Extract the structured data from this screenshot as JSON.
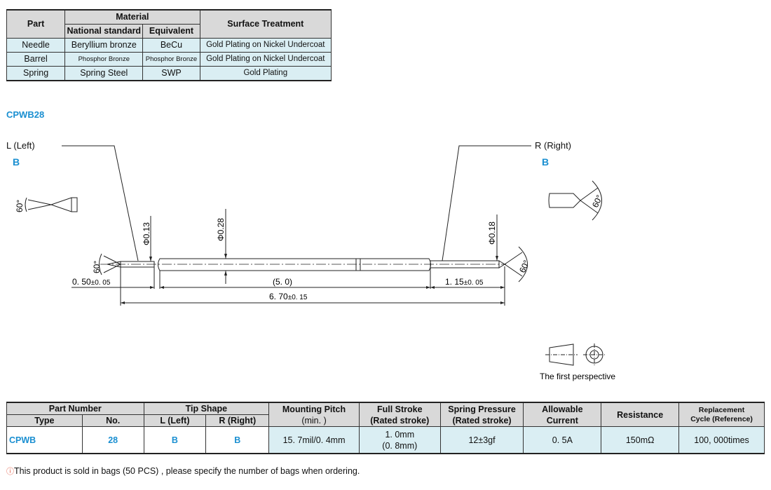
{
  "material_table": {
    "headers": {
      "part": "Part",
      "material": "Material",
      "national_standard": "National standard",
      "equivalent": "Equivalent",
      "surface_treatment": "Surface Treatment"
    },
    "rows": [
      {
        "part": "Needle",
        "national": "Beryllium bronze",
        "equivalent": "BeCu",
        "surface": "Gold Plating on Nickel Undercoat"
      },
      {
        "part": "Barrel",
        "national": "Phosphor Bronze",
        "equivalent": "Phosphor Bronze",
        "surface": "Gold Plating on Nickel Undercoat"
      },
      {
        "part": "Spring",
        "national": "Spring Steel",
        "equivalent": "SWP",
        "surface": "Gold Plating"
      }
    ]
  },
  "drawing": {
    "title": "CPWB28",
    "left_label": "L (Left)",
    "left_tip": "B",
    "right_label": "R (Right)",
    "right_tip": "B",
    "angle": "60°",
    "dia_left": "Φ0.13",
    "dia_mid": "Φ0.28",
    "dia_right": "Φ0.18",
    "dim_left": "0. 50",
    "dim_left_tol": "±0. 05",
    "dim_mid": "(5. 0)",
    "dim_right": "1. 15",
    "dim_right_tol": "±0. 05",
    "dim_total": "6. 70",
    "dim_total_tol": "±0. 15",
    "perspective_label": "The first perspective"
  },
  "spec_table": {
    "headers": {
      "part_number": "Part Number",
      "type": "Type",
      "no": "No.",
      "tip_shape": "Tip  Shape",
      "left": "L (Left)",
      "right": "R (Right)",
      "mounting_pitch": "Mounting Pitch",
      "mounting_pitch_sub": "(min. )",
      "full_stroke": "Full Stroke",
      "full_stroke_sub": "(Rated stroke)",
      "spring_pressure": "Spring Pressure",
      "spring_pressure_sub": "(Rated stroke)",
      "allowable": "Allowable",
      "current": "Current",
      "resistance": "Resistance",
      "replacement": "Replacement",
      "replacement_sub": "Cycle (Reference)"
    },
    "row": {
      "type": "CPWB",
      "no": "28",
      "left": "B",
      "right": "B",
      "mounting_pitch": "15. 7mil/0. 4mm",
      "full_stroke_1": "1. 0mm",
      "full_stroke_2": "(0. 8mm)",
      "spring_pressure": "12±3gf",
      "current": "0. 5A",
      "resistance": "150mΩ",
      "cycle": "100, 000times"
    }
  },
  "note": {
    "icon": "warning-circle-icon",
    "text": "This product is sold in bags (50 PCS) ,  please specify the number of bags when ordering."
  },
  "colors": {
    "accent_blue": "#1a8fd1",
    "header_gray": "#d9d9d9",
    "cell_blue": "#daeef3",
    "note_red": "#e0533b"
  }
}
